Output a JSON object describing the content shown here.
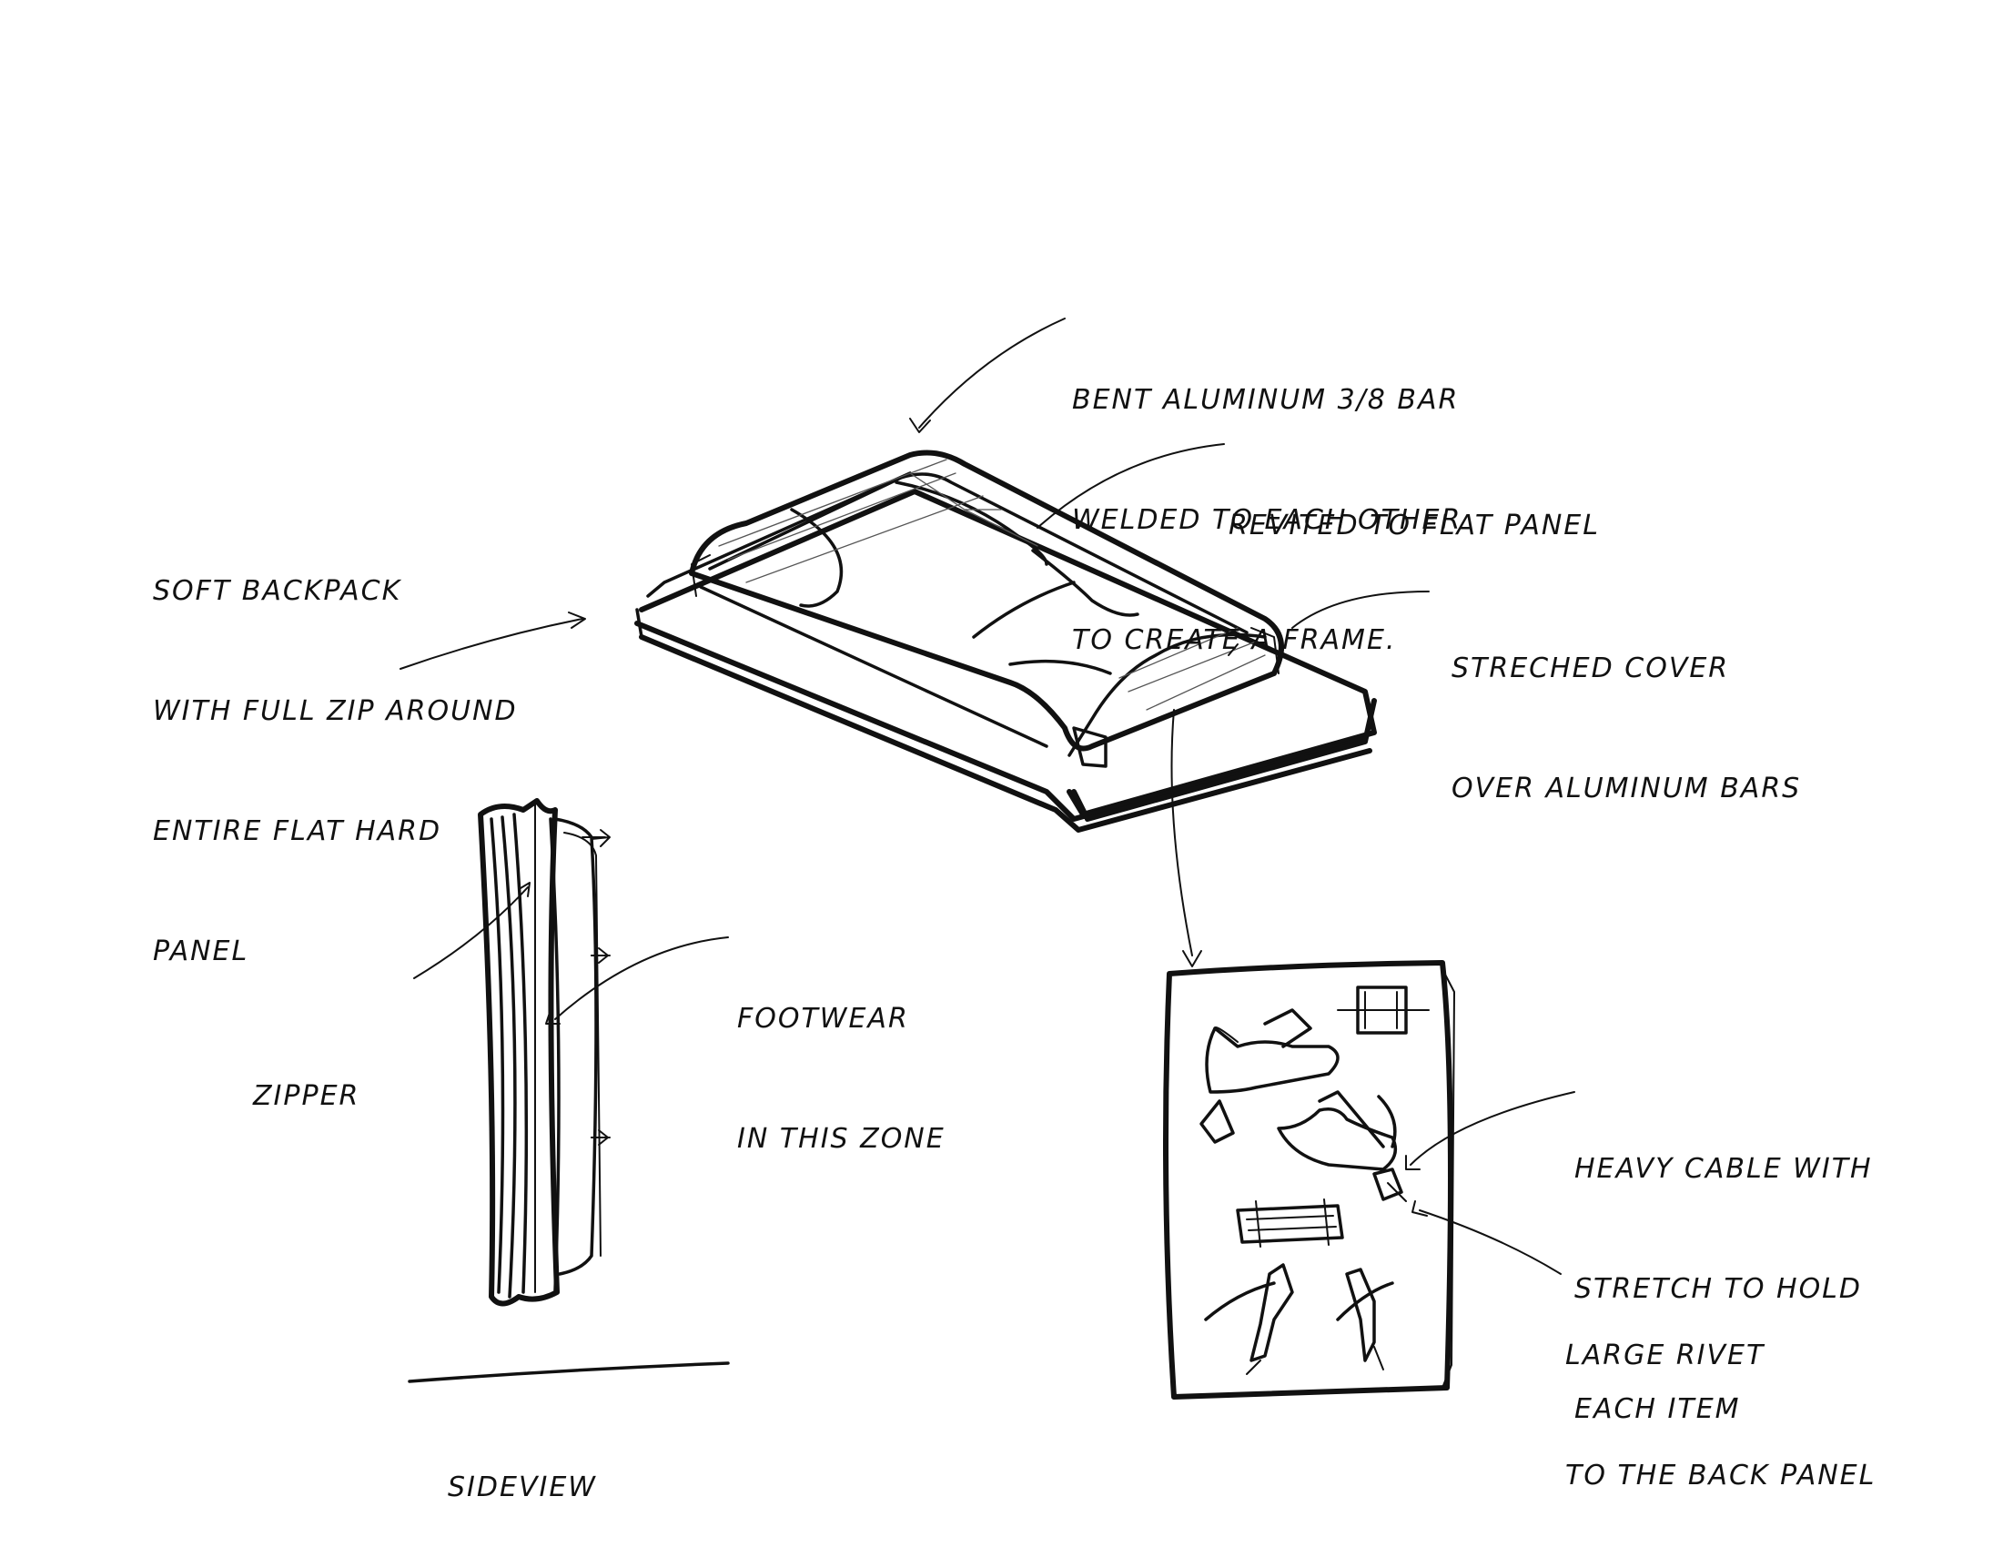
{
  "annotations": {
    "frame": [
      "Bent aluminum 3/8 bar",
      "welded to each other",
      "to create a frame."
    ],
    "riveted": [
      "Revited to flat panel"
    ],
    "soft_backpack": [
      "Soft backpack",
      "with full zip around",
      "entire flat hard",
      "panel"
    ],
    "stretched_cover": [
      "Streched cover",
      "over aluminum bars"
    ],
    "zipper": [
      "Zipper"
    ],
    "footwear": [
      "Footwear",
      "in this zone"
    ],
    "sideview": [
      "Sideview"
    ],
    "heavy_cable": [
      "Heavy cable with",
      "stretch to hold",
      "each item"
    ],
    "large_rivet": [
      "Large rivet",
      "to the back panel"
    ]
  },
  "colors": {
    "ink": "#111111",
    "paper": "#ffffff"
  }
}
